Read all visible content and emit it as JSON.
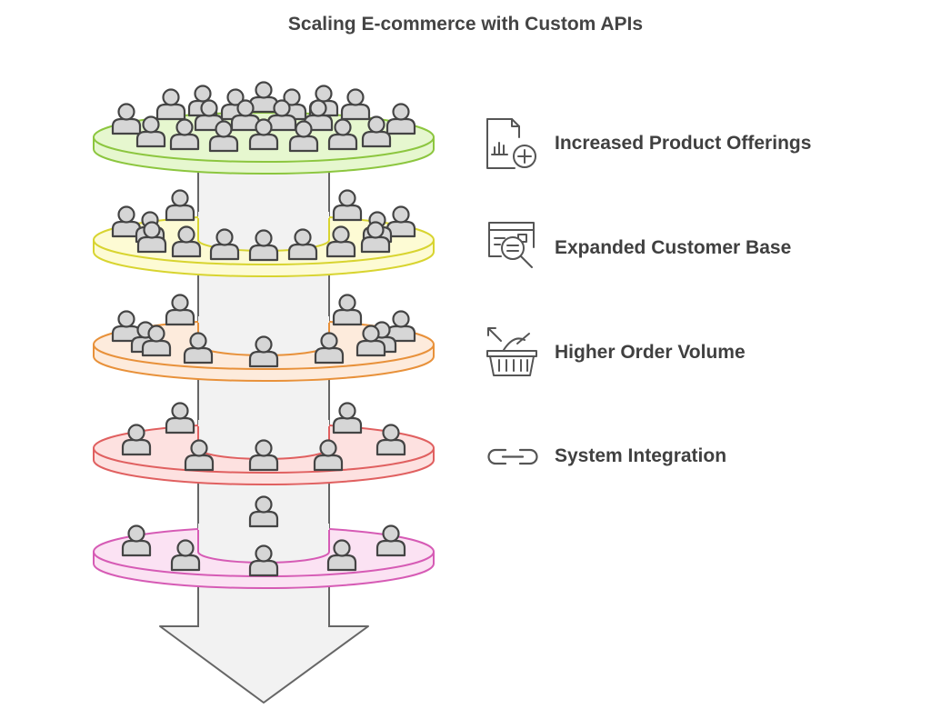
{
  "title": "Scaling E-commerce with Custom APIs",
  "colors": {
    "shaft_fill": "#f2f2f2",
    "shaft_stroke": "#666666",
    "person_fill": "#d6d6d6",
    "person_stroke": "#444444",
    "icon_stroke": "#555555",
    "text": "#404040"
  },
  "layers": [
    {
      "label": "Increased Product Offerings",
      "icon": "document-chart-plus-icon",
      "fill": "#e6f7cf",
      "stroke": "#8cc63f",
      "people": 20
    },
    {
      "label": "Expanded Customer Base",
      "icon": "customer-search-icon",
      "fill": "#fdfbd4",
      "stroke": "#d8d430",
      "people": 14
    },
    {
      "label": "Higher Order Volume",
      "icon": "shopping-basket-icon",
      "fill": "#fdebdc",
      "stroke": "#e8913a",
      "people": 11
    },
    {
      "label": "System Integration",
      "icon": "link-chain-icon",
      "fill": "#fde1e0",
      "stroke": "#e06060",
      "people": 8
    },
    {
      "label": "",
      "icon": "",
      "fill": "#fbe2f3",
      "stroke": "#d65bb5",
      "people": 6
    }
  ]
}
